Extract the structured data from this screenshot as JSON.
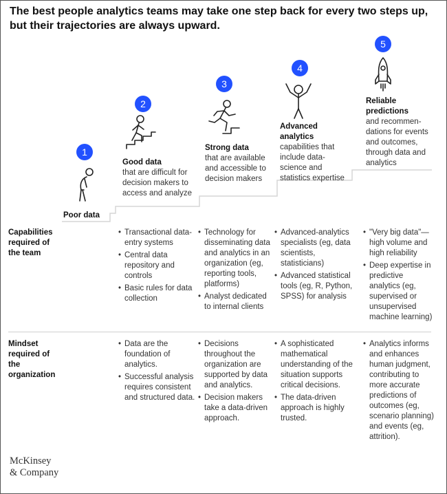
{
  "title": "The best people analytics teams may take one step back for every two steps up, but their trajectories are always upward.",
  "accent_color": "#2251ff",
  "steps": [
    {
      "number": "1",
      "title": "Poor data",
      "description": "",
      "icon": "slouching-person-icon"
    },
    {
      "number": "2",
      "title": "Good data",
      "description": "that are difficult for decision makers to access and analyze",
      "icon": "person-climbing-stairs-icon"
    },
    {
      "number": "3",
      "title": "Strong data",
      "description": "that are available and accessible to decision makers",
      "icon": "person-running-icon"
    },
    {
      "number": "4",
      "title": "Advanced analytics",
      "description": "capabilities that include data-science and statistics expertise",
      "icon": "person-arms-raised-icon"
    },
    {
      "number": "5",
      "title": "Reliable predictions",
      "description": "and recommen-dations for events and outcomes, through data and analytics",
      "icon": "rocket-icon"
    }
  ],
  "rows": [
    {
      "label": "Capabilities required of the team",
      "columns": [
        [
          "Transactional data-entry systems",
          "Central data repository and controls",
          "Basic rules for data collection"
        ],
        [
          "Technology for disseminating data and analytics in an organization (eg, reporting tools, platforms)",
          "Analyst dedicated to internal clients"
        ],
        [
          "Advanced-analytics specialists (eg, data scientists, statisticians)",
          "Advanced statistical tools (eg, R, Python, SPSS) for analysis"
        ],
        [
          "\"Very big data\"—high volume and high reliability",
          "Deep expertise in predictive analytics (eg, supervised or unsupervised machine learning)"
        ]
      ]
    },
    {
      "label": "Mindset required of the organization",
      "columns": [
        [
          "Data are the foundation of analytics.",
          "Successful analysis requires consistent and structured data."
        ],
        [
          "Decisions throughout the organization are supported by data and analytics.",
          "Decision makers take a data-driven approach."
        ],
        [
          "A sophisticated mathematical understanding of the situation supports critical decisions.",
          "The data-driven approach is highly trusted."
        ],
        [
          "Analytics informs and enhances human judgment, contributing to more accurate predictions of outcomes (eg, scenario planning) and events (eg, attrition)."
        ]
      ]
    }
  ],
  "bullet_char": "•",
  "logo": {
    "line1": "McKinsey",
    "line2": "& Company"
  }
}
